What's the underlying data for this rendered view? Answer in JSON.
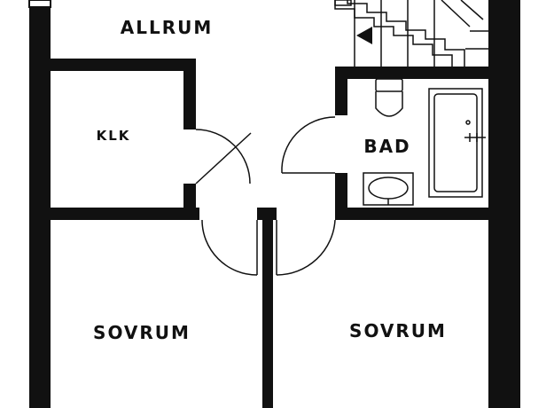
{
  "rooms": {
    "allrum": "ALLRUM",
    "klk": "KLK",
    "bad": "BAD",
    "sovrum_left": "SOVRUM",
    "sovrum_right": "SOVRUM"
  },
  "colors": {
    "wall": "#111111",
    "background": "#ffffff",
    "fixture_stroke": "#111111"
  },
  "icons": [
    "stair-arrow-icon",
    "toilet-icon",
    "sink-icon",
    "bathtub-icon",
    "faucet-icon",
    "door-swing-icon"
  ]
}
